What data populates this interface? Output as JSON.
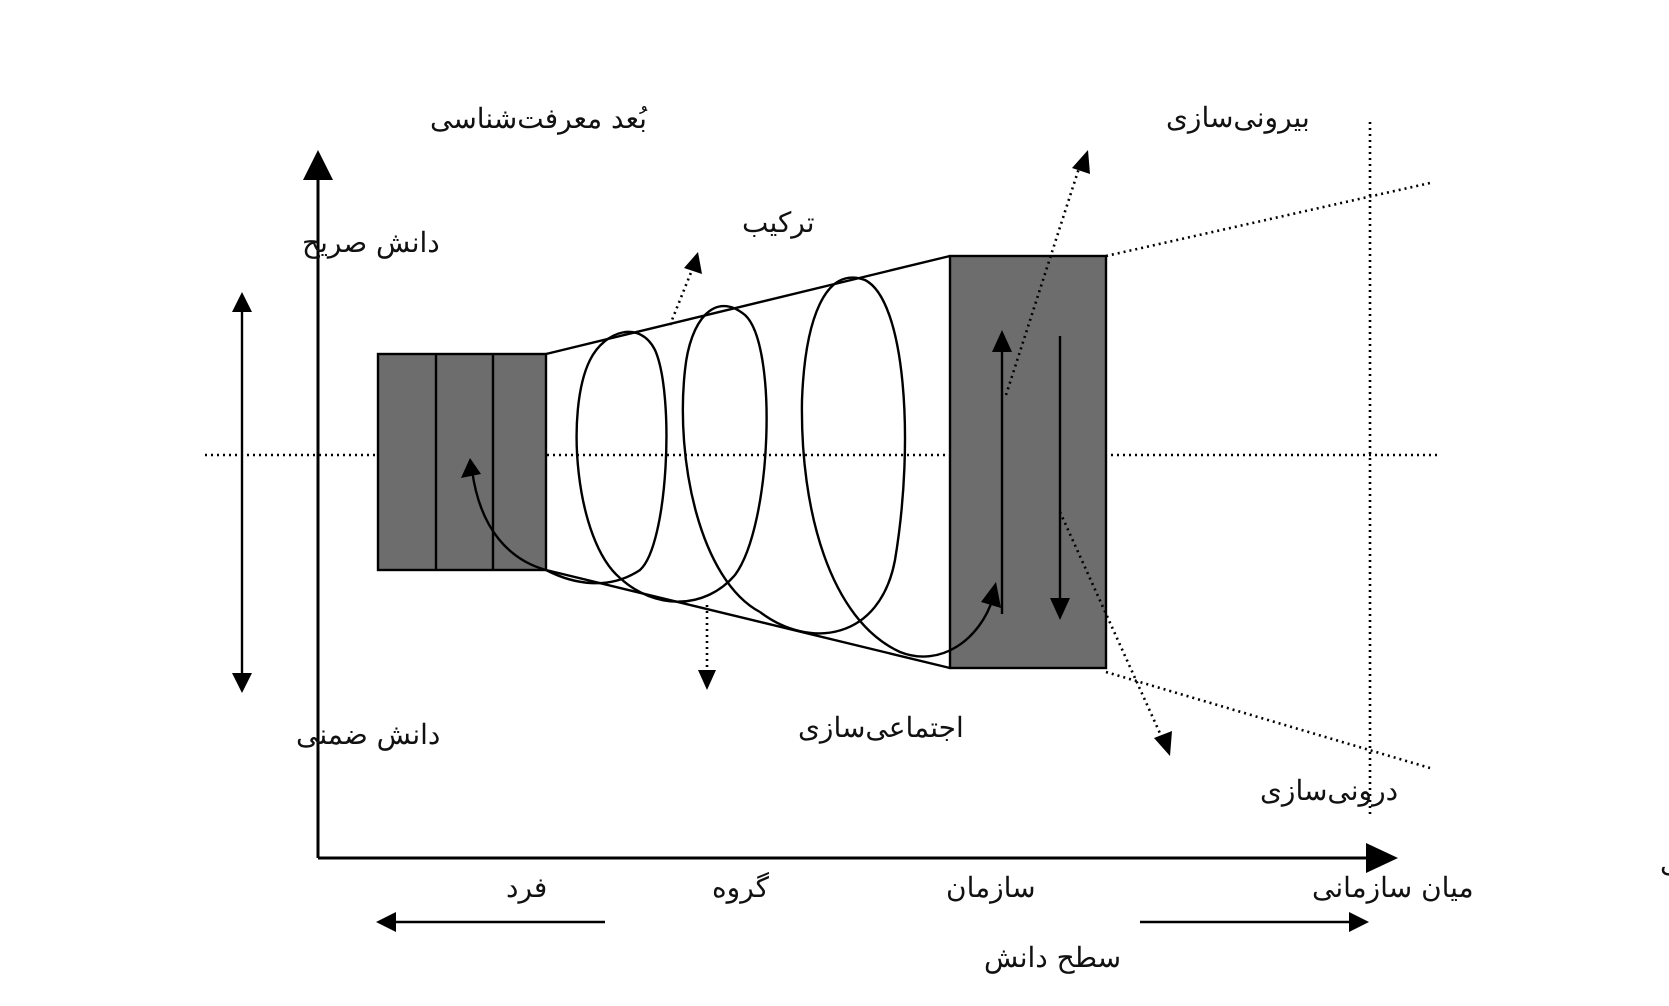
{
  "labels": {
    "epistemological_axis": "بُعد معرفت‌شناسی",
    "ontological_axis": "بُعد هستی‌شناسی",
    "explicit_knowledge": "دانش صریح",
    "tacit_knowledge": "دانش ضمنی",
    "combination": "ترکیب",
    "externalization": "بیرونی‌سازی",
    "socialization": "اجتماعی‌سازی",
    "internalization": "درونی‌سازی",
    "level_individual": "فرد",
    "level_group": "گروه",
    "level_organization": "سازمان",
    "level_interorganizational": "میان سازمانی",
    "knowledge_level": "سطح دانش"
  },
  "colors": {
    "box_fill": "#6d6d6d",
    "line": "#000000",
    "background": "#ffffff"
  }
}
